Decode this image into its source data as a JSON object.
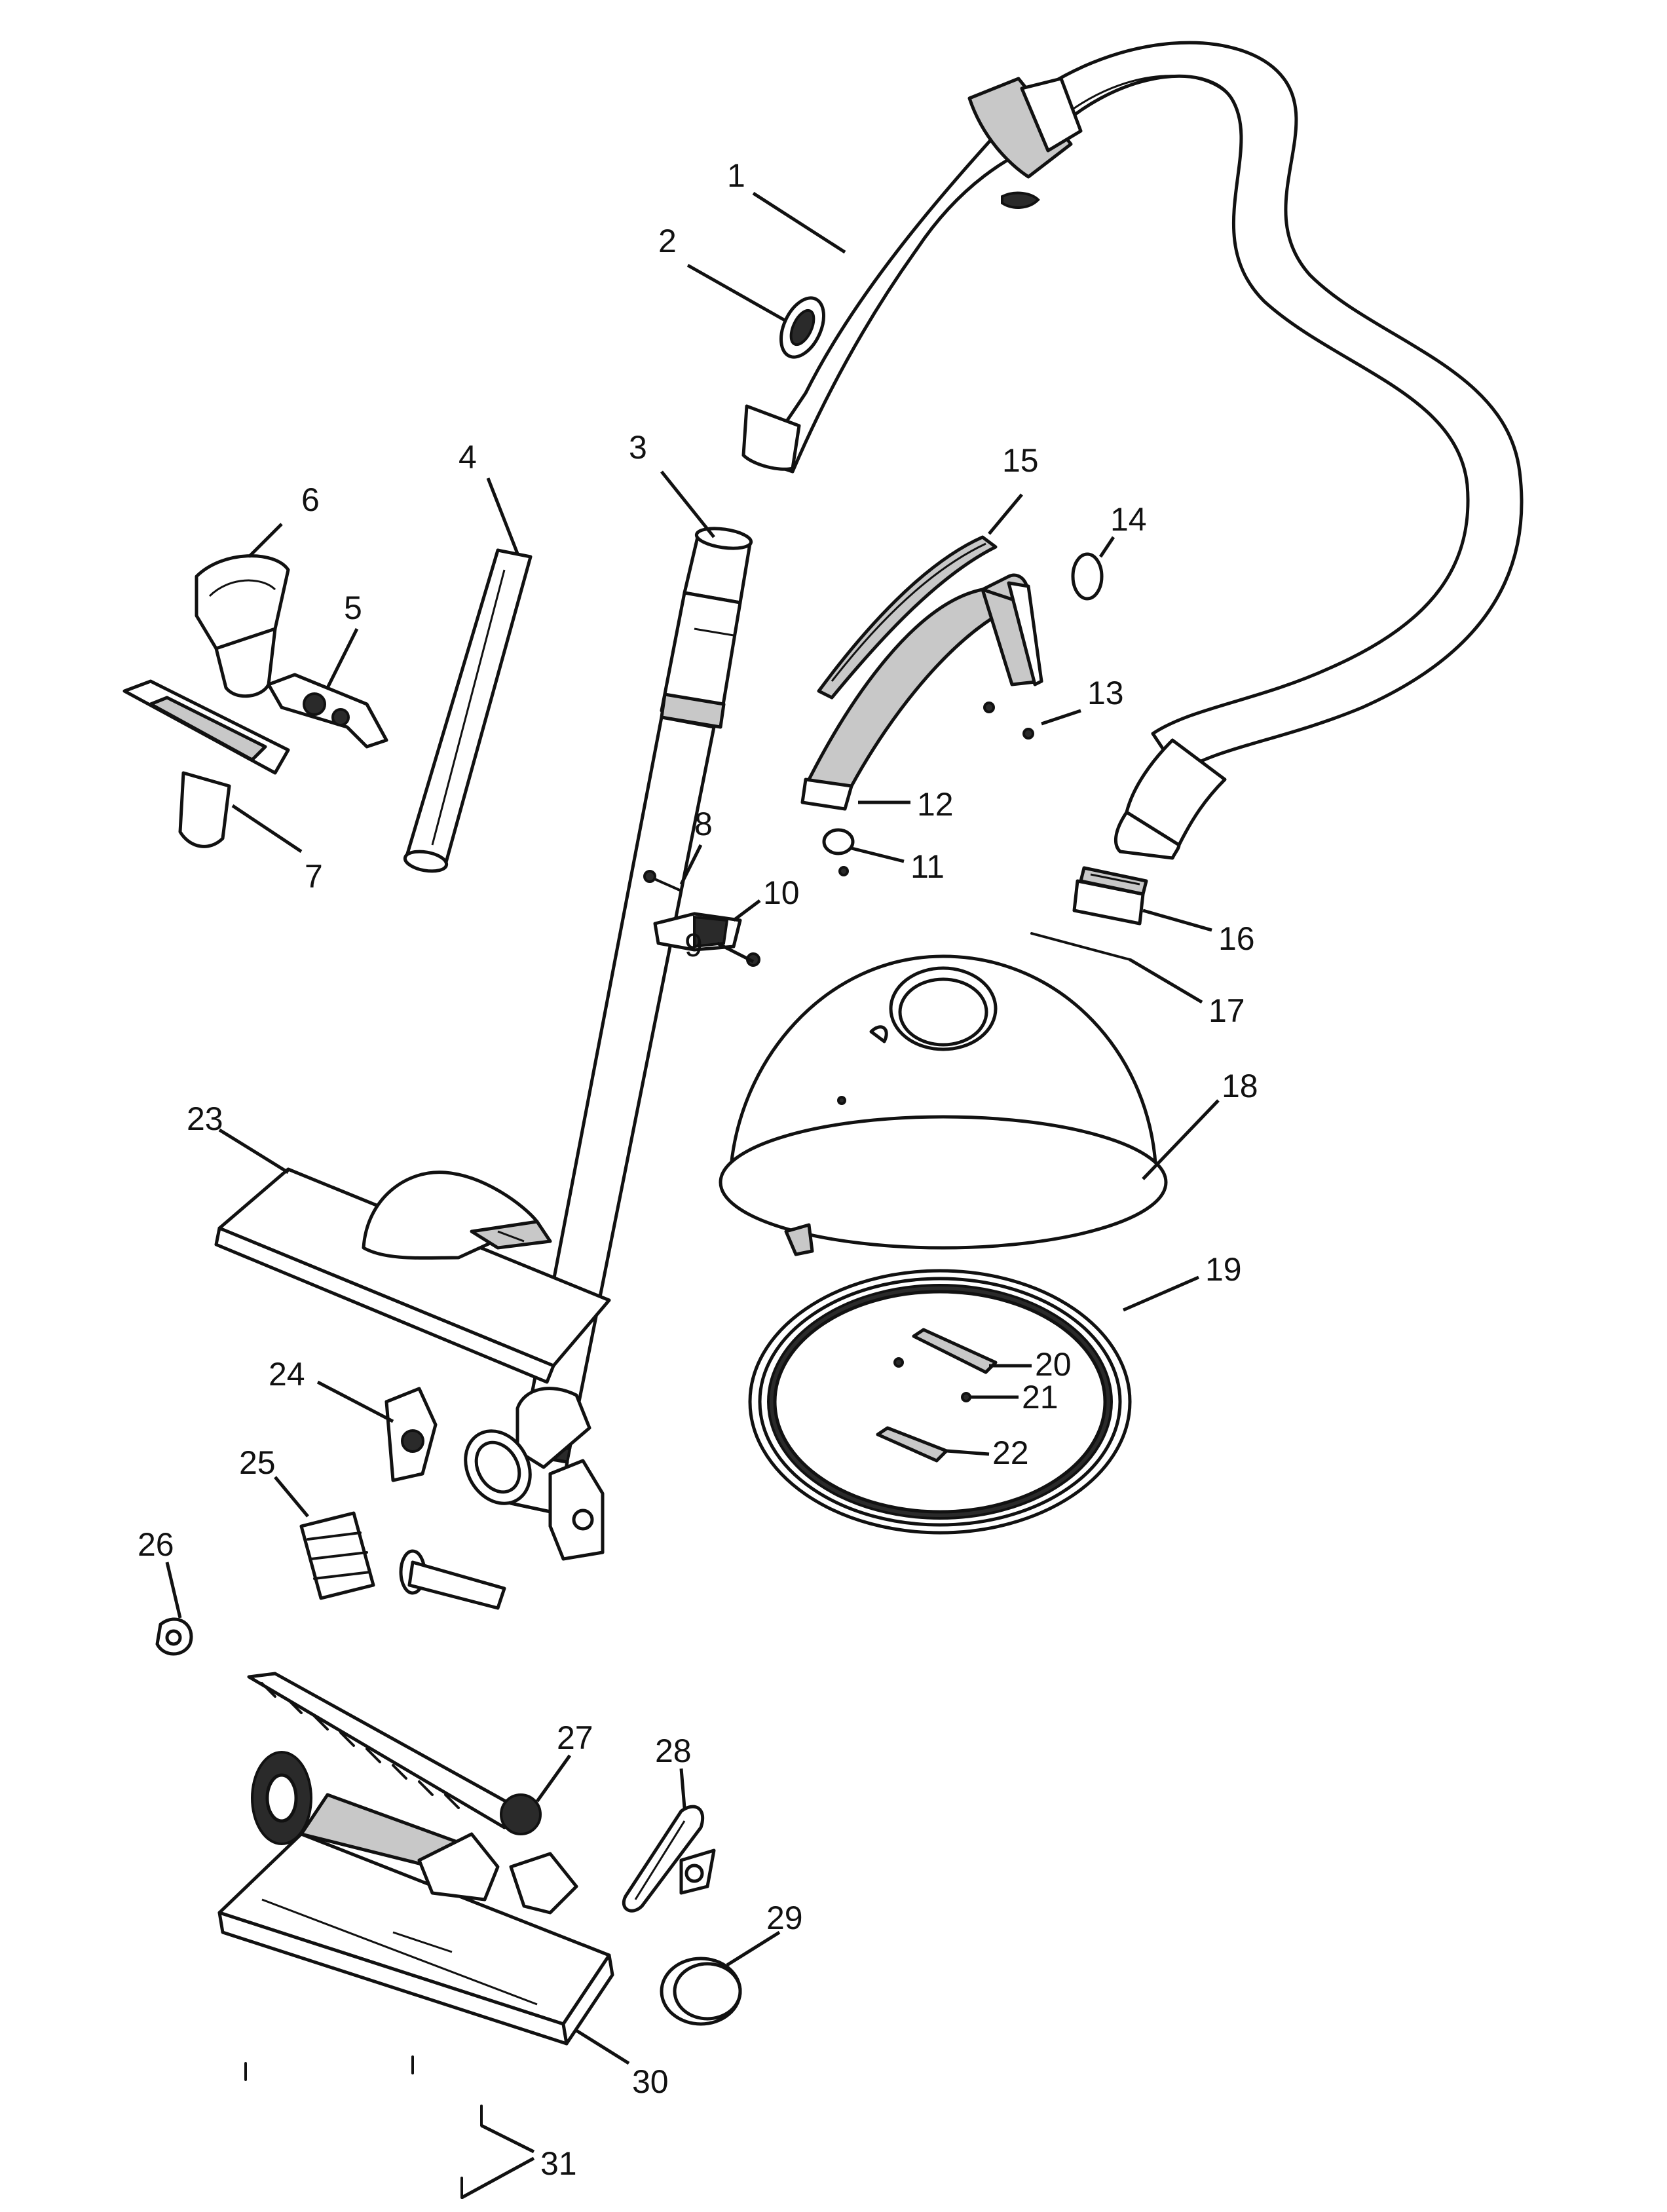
{
  "callouts": [
    {
      "id": "1",
      "text": "1"
    },
    {
      "id": "2",
      "text": "2"
    },
    {
      "id": "3",
      "text": "3"
    },
    {
      "id": "4",
      "text": "4"
    },
    {
      "id": "5",
      "text": "5"
    },
    {
      "id": "6",
      "text": "6"
    },
    {
      "id": "7",
      "text": "7"
    },
    {
      "id": "8",
      "text": "8"
    },
    {
      "id": "9",
      "text": "9"
    },
    {
      "id": "10",
      "text": "10"
    },
    {
      "id": "11",
      "text": "11"
    },
    {
      "id": "12",
      "text": "12"
    },
    {
      "id": "13",
      "text": "13"
    },
    {
      "id": "14",
      "text": "14"
    },
    {
      "id": "15",
      "text": "15"
    },
    {
      "id": "16",
      "text": "16"
    },
    {
      "id": "17",
      "text": "17"
    },
    {
      "id": "18",
      "text": "18"
    },
    {
      "id": "19",
      "text": "19"
    },
    {
      "id": "20",
      "text": "20"
    },
    {
      "id": "21",
      "text": "21"
    },
    {
      "id": "22",
      "text": "22"
    },
    {
      "id": "23",
      "text": "23"
    },
    {
      "id": "24",
      "text": "24"
    },
    {
      "id": "25",
      "text": "25"
    },
    {
      "id": "26",
      "text": "26"
    },
    {
      "id": "27",
      "text": "27"
    },
    {
      "id": "28",
      "text": "28"
    },
    {
      "id": "29",
      "text": "29"
    },
    {
      "id": "30",
      "text": "30"
    },
    {
      "id": "31",
      "text": "31"
    }
  ]
}
